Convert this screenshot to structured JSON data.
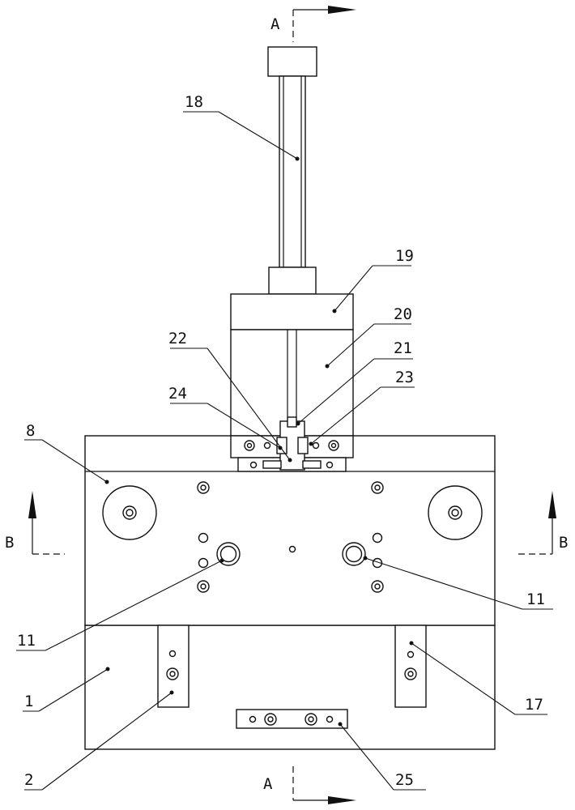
{
  "colors": {
    "line": "#111111",
    "background": "#ffffff"
  },
  "section_marks": {
    "a_top": "A",
    "a_bottom": "A",
    "b_left": "B",
    "b_right": "B"
  },
  "callouts": {
    "c18": "18",
    "c19": "19",
    "c20": "20",
    "c21": "21",
    "c22": "22",
    "c23": "23",
    "c24": "24",
    "c8": "8",
    "c11_left": "11",
    "c11_right": "11",
    "c1": "1",
    "c2": "2",
    "c17": "17",
    "c25": "25"
  }
}
